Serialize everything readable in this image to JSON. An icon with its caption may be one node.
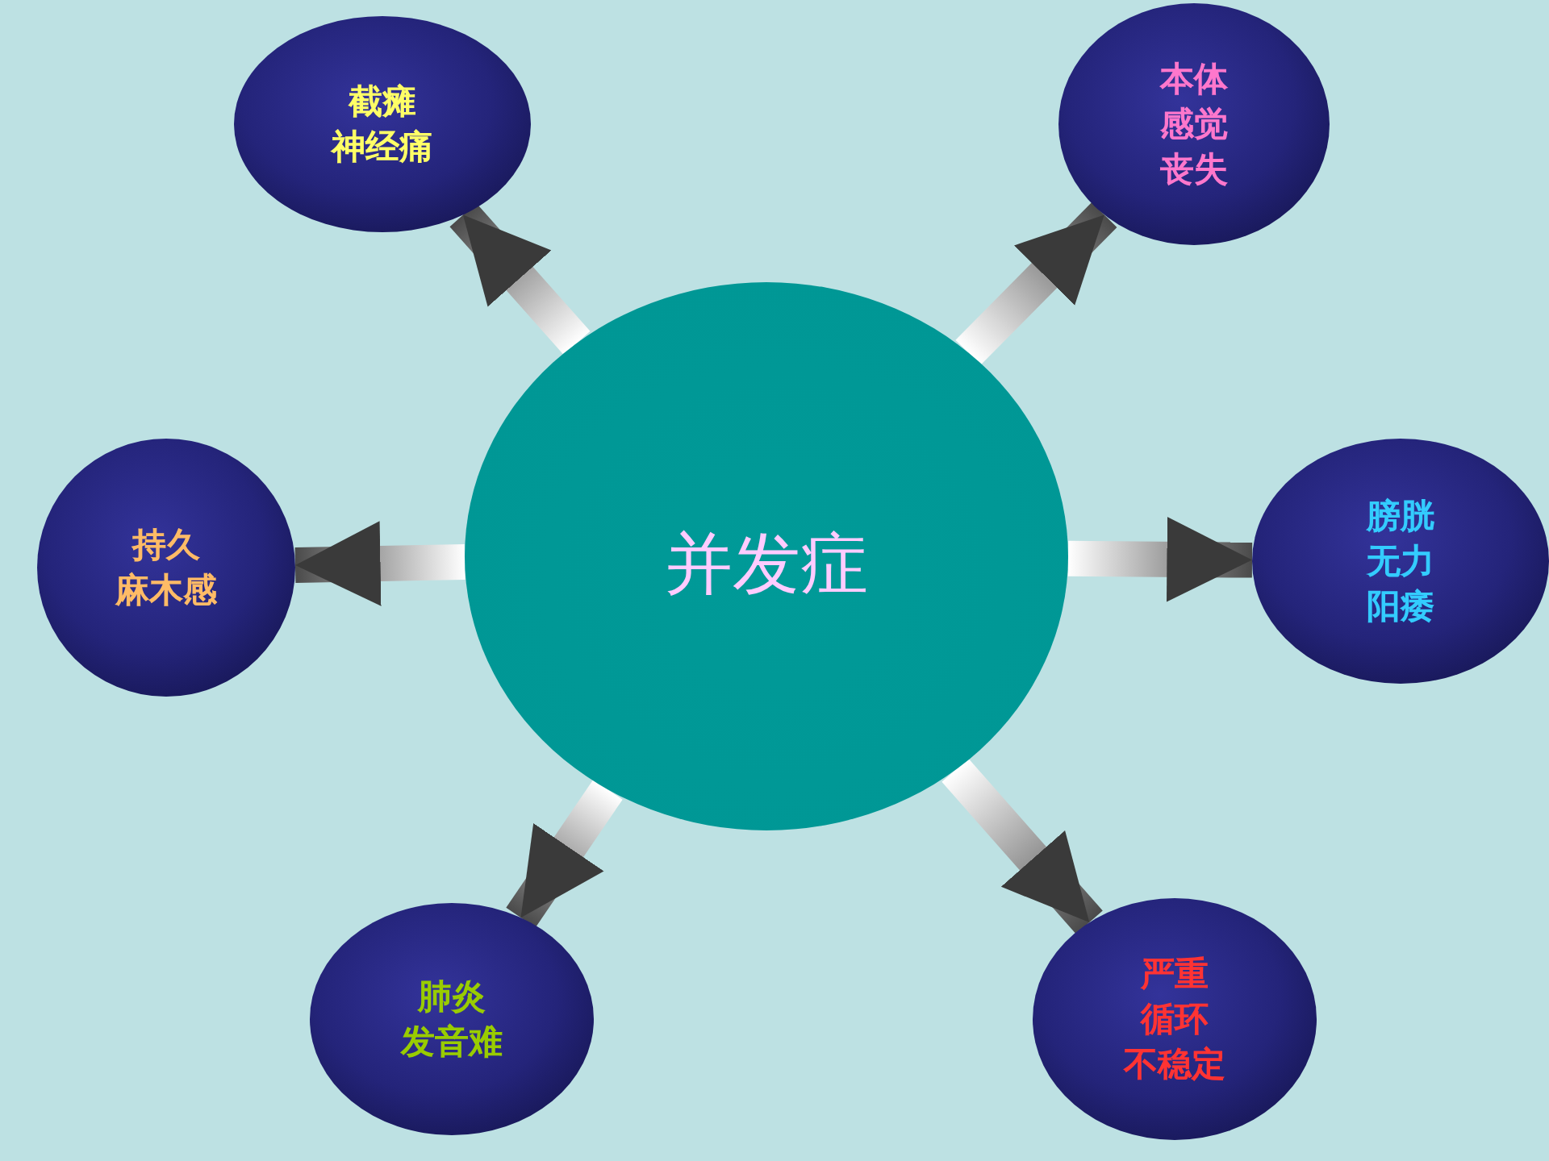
{
  "diagram": {
    "nodes": [
      {
        "text": [
          "截瘫神经痛"
        ]
      },
      {
        "text": [
          "本体感觉丧失"
        ]
      },
      {
        "text": [
          "持久麻木感"
        ]
      },
      {
        "text": [
          "并发症"
        ]
      },
      {
        "text": [
          "膀胱无力阳痿"
        ]
      },
      {
        "text": [
          "肺炎发音难"
        ]
      },
      {
        "text": [
          "严重循环不稳定"
        ]
      }
    ],
    "edges": [
      {
        "from": 3,
        "to": 0,
        "arrow": "to"
      },
      {
        "from": 3,
        "to": 1,
        "arrow": "to"
      },
      {
        "from": 3,
        "to": 2,
        "arrow": "to"
      },
      {
        "from": 3,
        "to": 4,
        "arrow": "to"
      },
      {
        "from": 3,
        "to": 5,
        "arrow": "to"
      },
      {
        "from": 3,
        "to": 6,
        "arrow": "to"
      }
    ]
  }
}
